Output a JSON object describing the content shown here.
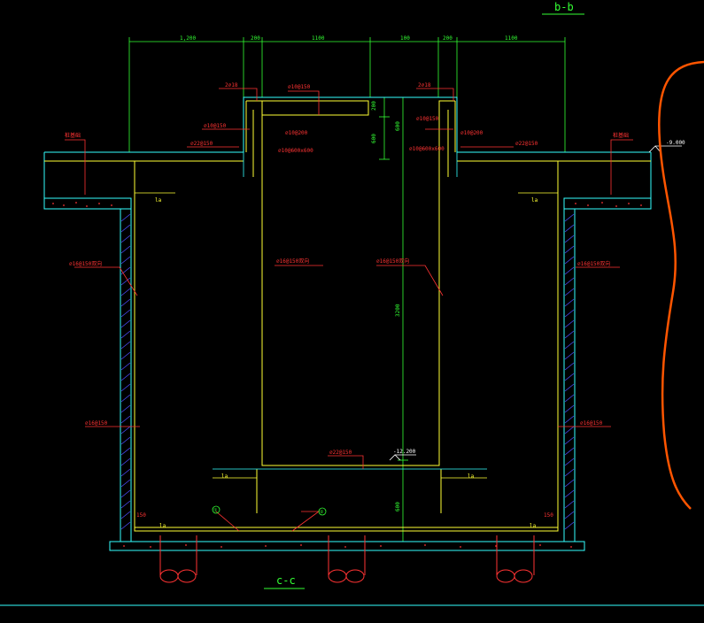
{
  "drawing": {
    "section_title_top": "b-b",
    "section_title_bottom": "c-c",
    "top_dimensions": [
      "1,200",
      "200",
      "1100",
      "100",
      "200",
      "1100"
    ],
    "vertical_dimensions": {
      "slab_thickness": "200",
      "upper_height": "600",
      "inner_height": "3200",
      "base": "600"
    },
    "level_marks": {
      "top": "-9.000",
      "bottom": "-12.200"
    },
    "rebar_labels": {
      "top_bars_left": "2⌀18",
      "top_bars_right": "2⌀18",
      "slab_bar": "⌀10@150",
      "wall_bar_left_upper": "⌀10@150",
      "wall_bar_right_upper": "⌀10@150",
      "wall_bar_left_lower": "⌀10@200",
      "wall_bar_right_lower": "⌀10@200",
      "hole_bar_left": "⌀10@600x600",
      "hole_bar_right": "⌀10@600x600",
      "beam_left": "⌀22@150",
      "beam_right": "⌀22@150",
      "pile_left": "桩基础",
      "pile_right": "桩基础",
      "outer_wall_left": "⌀16@150双向",
      "outer_wall_right": "⌀16@150双向",
      "inner_wall_left": "⌀16@150双向",
      "inner_wall_right": "⌀16@150双向",
      "outer_wall_left_low": "⌀16@150",
      "outer_wall_right_low": "⌀16@150",
      "base_bar": "⌀22@150",
      "anchor": "la",
      "hook_left": "150",
      "hook_right": "150",
      "circle_a": "①",
      "circle_b": "②"
    }
  },
  "colors": {
    "background": "#000000",
    "wall_line": "#ffff33",
    "concrete_outline": "#33ffff",
    "dimension": "#33ff33",
    "rebar_text": "#ff3333",
    "hatch": "#4d4dff",
    "curve": "#ff5500"
  }
}
